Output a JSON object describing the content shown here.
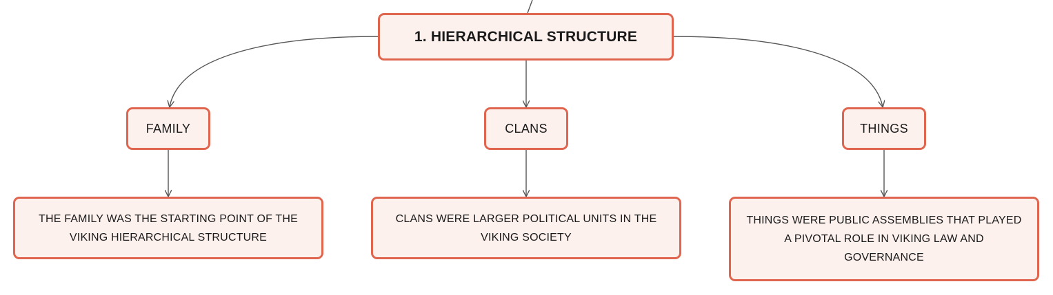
{
  "diagram": {
    "root": {
      "label": "1. HIERARCHICAL STRUCTURE"
    },
    "branches": [
      {
        "label": "FAMILY",
        "detail": "THE FAMILY WAS THE STARTING POINT OF THE VIKING HIERARCHICAL STRUCTURE"
      },
      {
        "label": "CLANS",
        "detail": "CLANS WERE LARGER POLITICAL UNITS IN THE VIKING SOCIETY"
      },
      {
        "label": "THINGS",
        "detail": "THINGS WERE PUBLIC ASSEMBLIES THAT PLAYED A PIVOTAL ROLE IN VIKING LAW AND GOVERNANCE"
      }
    ]
  },
  "colors": {
    "node_border": "#e0654e",
    "node_fill": "#fdf1ee",
    "connector": "#555555",
    "text": "#1a1a1a"
  }
}
